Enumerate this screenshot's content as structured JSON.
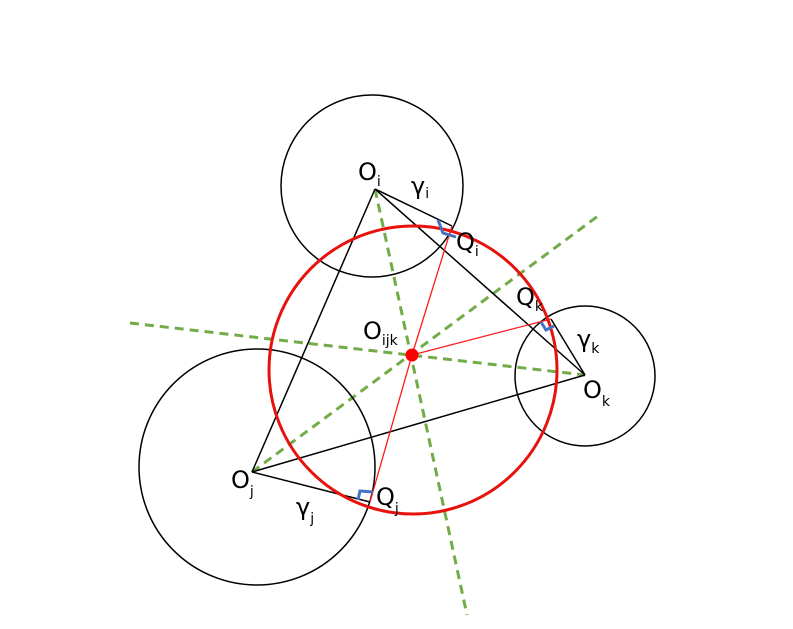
{
  "labels": {
    "O_i": {
      "base": "O",
      "sub": "i"
    },
    "O_j": {
      "base": "O",
      "sub": "j"
    },
    "O_k": {
      "base": "O",
      "sub": "k"
    },
    "O_ijk": {
      "base": "O",
      "sub": "ijk"
    },
    "Q_i": {
      "base": "Q",
      "sub": "i"
    },
    "Q_j": {
      "base": "Q",
      "sub": "j"
    },
    "Q_k": {
      "base": "Q",
      "sub": "k"
    },
    "gamma_i": {
      "base": "γ",
      "sub": "i"
    },
    "gamma_j": {
      "base": "γ",
      "sub": "j"
    },
    "gamma_k": {
      "base": "γ",
      "sub": "k"
    }
  },
  "colors": {
    "circles": "#000000",
    "triangle": "#000000",
    "orthogonal_circle": "#e8120c",
    "radical_lines": "#71ac48",
    "right_angle_marks": "#4473c5",
    "center_point": "#ff0000"
  }
}
